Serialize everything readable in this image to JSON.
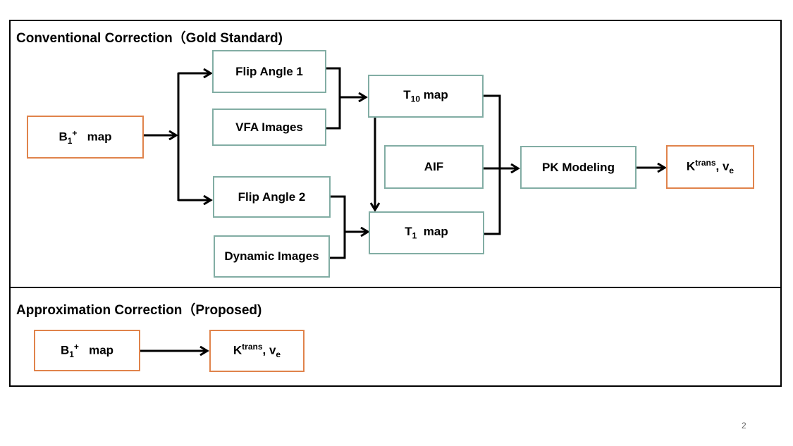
{
  "diagram": {
    "sections": [
      {
        "id": "conventional",
        "title": "Conventional Correction（Gold Standard)"
      },
      {
        "id": "approximation",
        "title": "Approximation Correction（Proposed)"
      }
    ],
    "nodes": {
      "b1_map": {
        "base": "B",
        "sub": "1",
        "sup": "+",
        "rest": "   map",
        "color": "orange"
      },
      "flip_angle_1": {
        "label": "Flip Angle 1",
        "color": "teal"
      },
      "vfa_images": {
        "label": "VFA Images",
        "color": "teal"
      },
      "flip_angle_2": {
        "label": "Flip Angle 2",
        "color": "teal"
      },
      "dynamic_images": {
        "label": "Dynamic Images",
        "color": "teal"
      },
      "t10_map": {
        "base": "T",
        "sub": "10",
        "rest": " map",
        "color": "teal"
      },
      "aif": {
        "label": "AIF",
        "color": "teal"
      },
      "t1_map": {
        "base": "T",
        "sub": "1",
        "rest": "  map",
        "color": "teal"
      },
      "pk_modeling": {
        "label": "PK Modeling",
        "color": "teal"
      },
      "ktrans_ve": {
        "base": "K",
        "sup": "trans",
        "mid": ", v",
        "sub": "e",
        "color": "orange"
      },
      "b1_map_2": {
        "base": "B",
        "sub": "1",
        "sup": "+",
        "rest": "   map",
        "color": "orange"
      },
      "ktrans_ve_2": {
        "base": "K",
        "sup": "trans",
        "mid": ", v",
        "sub": "e",
        "color": "orange"
      }
    },
    "edges": [
      {
        "from": "b1_map",
        "to": [
          "flip_angle_1",
          "flip_angle_2"
        ]
      },
      {
        "from": [
          "flip_angle_1",
          "vfa_images"
        ],
        "to": "t10_map"
      },
      {
        "from": [
          "flip_angle_2",
          "dynamic_images"
        ],
        "to": "t1_map"
      },
      {
        "from": "t10_map",
        "to": "t1_map"
      },
      {
        "from": [
          "t10_map",
          "aif",
          "t1_map"
        ],
        "to": "pk_modeling"
      },
      {
        "from": "pk_modeling",
        "to": "ktrans_ve"
      },
      {
        "from": "b1_map_2",
        "to": "ktrans_ve_2"
      }
    ],
    "colors": {
      "teal": "#82ada4",
      "orange": "#e0834b",
      "line": "#000000"
    }
  },
  "page_number": "2"
}
